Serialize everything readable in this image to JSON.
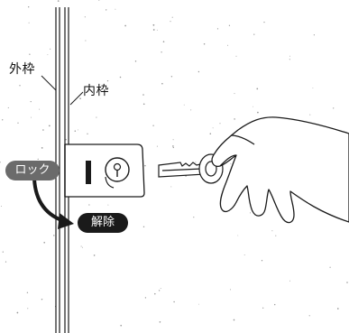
{
  "labels": {
    "outer_frame": "外枠",
    "inner_frame": "内枠",
    "lock": "ロック",
    "unlock": "解除"
  },
  "colors": {
    "lock_pill": "#6b6b6b",
    "unlock_pill": "#1a1a1a",
    "line": "#1a1a1a"
  },
  "icons": {
    "keyhole": "keyhole-icon",
    "rotation_arrow": "curved-arrow-icon"
  }
}
